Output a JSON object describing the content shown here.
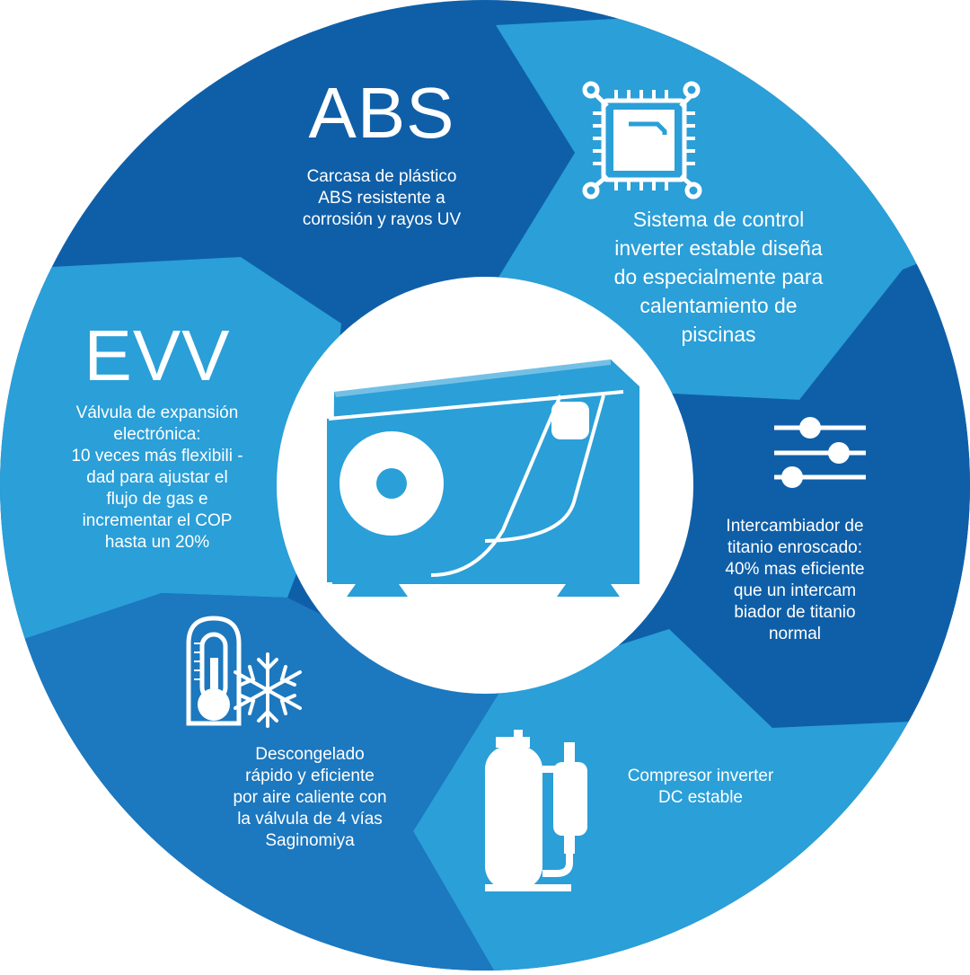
{
  "colors": {
    "dark_blue": "#0f5fa8",
    "mid_blue": "#1c78bf",
    "light_blue": "#2a9fd8",
    "white": "#ffffff"
  },
  "segments": {
    "abs": {
      "title": "ABS",
      "lines": [
        "Carcasa de plástico",
        "ABS resistente a",
        "corrosión y rayos UV"
      ]
    },
    "control": {
      "icon": "chip-icon",
      "lines": [
        "Sistema de control",
        "inverter estable diseña",
        "do especialmente para",
        "calentamiento de",
        "piscinas"
      ]
    },
    "evv": {
      "title": "EVV",
      "lines": [
        "Válvula de expansión",
        "electrónica:",
        "10 veces más flexibili   -",
        "dad para ajustar el",
        "flujo de gas e",
        "incrementar el COP",
        "hasta un 20%"
      ]
    },
    "titanio": {
      "icon": "sliders-icon",
      "lines": [
        "Intercambiador de",
        "titanio enroscado:",
        "40% mas eficiente",
        "que un intercam",
        "biador de titanio",
        "normal"
      ]
    },
    "compresor": {
      "icon": "compressor-icon",
      "lines": [
        "Compresor inverter",
        "DC estable"
      ]
    },
    "defrost": {
      "icon": "thermometer-snowflake-icon",
      "lines": [
        "Descongelado",
        "rápido y eficiente",
        "por aire caliente con",
        "la válvula de 4 vías",
        "Saginomiya"
      ]
    },
    "center": {
      "icon": "heat-pump-icon"
    }
  }
}
